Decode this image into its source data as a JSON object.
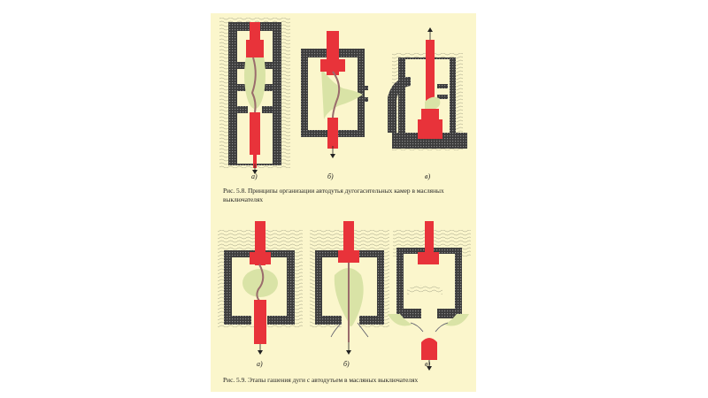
{
  "figure_1": {
    "caption": "Рис. 5.8. Принципы организации автодутья дугогасительных камер в масляных выключателях",
    "subfigure_labels": [
      "а)",
      "б)",
      "в)"
    ]
  },
  "figure_2": {
    "caption": "Рис. 5.9. Этапы гашения дуги с автодутьем в масляных выключателях",
    "subfigure_labels": [
      "а)",
      "б)",
      "в)"
    ]
  },
  "colors": {
    "page": "#fbf6cc",
    "contact": "#e8333a",
    "arc_bubble": "#d9e3a6",
    "chamber_wall": "#3a3a3a",
    "oil": "#fbf6cc"
  },
  "icons": [
    "up-arrow-icon",
    "down-arrow-icon"
  ]
}
